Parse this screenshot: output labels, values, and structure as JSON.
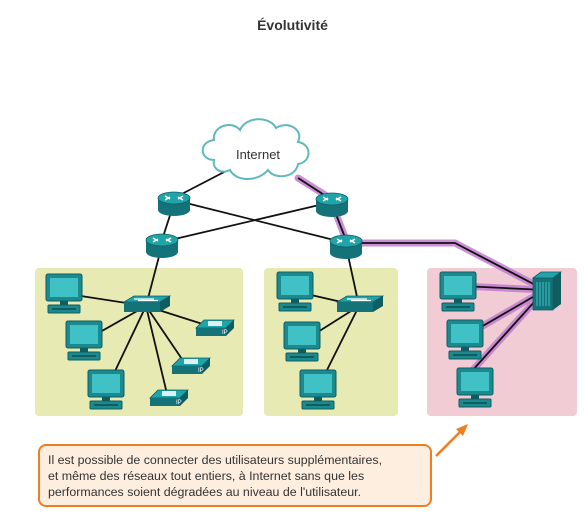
{
  "title": "Évolutivité",
  "cloud": {
    "label": "Internet"
  },
  "callout": {
    "lines": [
      "Il est possible de connecter des utilisateurs supplémentaires,",
      "et même des réseaux tout entiers, à Internet sans que les",
      "performances soient dégradées au niveau de l'utilisateur."
    ]
  },
  "colors": {
    "device": "#1a8a8f",
    "lan_existing": "#e7ebb3",
    "lan_new": "#f1ccd4",
    "highlight": "#c27ccf",
    "callout_border": "#ef7d22",
    "callout_fill": "#fdeee0"
  },
  "icons": [
    "cloud-icon",
    "router-icon",
    "switch-icon",
    "pc-icon",
    "ip-phone-icon",
    "server-icon"
  ]
}
